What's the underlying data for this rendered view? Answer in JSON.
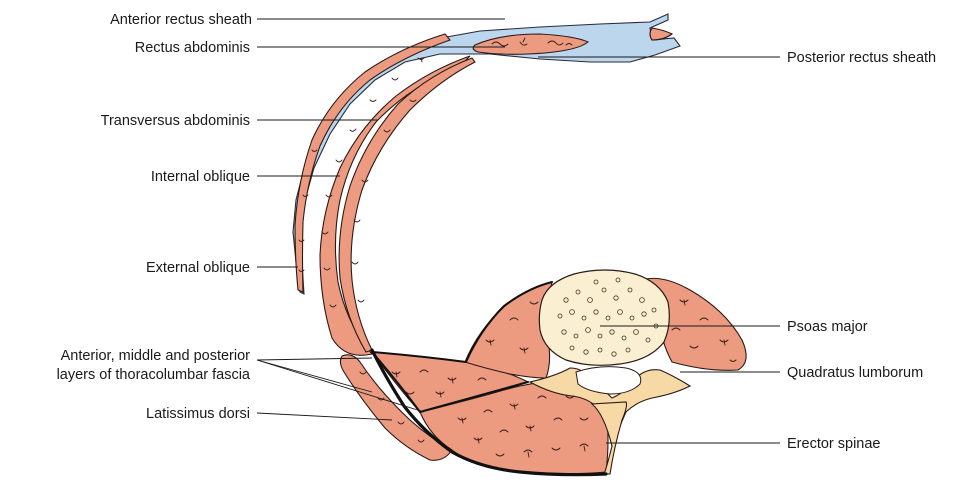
{
  "labels": {
    "anterior_rectus_sheath": "Anterior rectus sheath",
    "rectus_abdominis": "Rectus abdominis",
    "transversus_abdominis": "Transversus abdominis",
    "internal_oblique": "Internal oblique",
    "external_oblique": "External oblique",
    "tlf_line1": "Anterior, middle and posterior",
    "tlf_line2": "layers of thoracolumbar fascia",
    "latissimus_dorsi": "Latissimus dorsi",
    "posterior_rectus_sheath": "Posterior rectus sheath",
    "psoas_major": "Psoas major",
    "quadratus_lumborum": "Quadratus lumborum",
    "erector_spinae": "Erector spinae"
  },
  "colors": {
    "muscle": "#ec9a80",
    "sheath": "#bcd6ee",
    "bone": "#f7d9a6",
    "vertebral_body": "#fbefd2",
    "fascia": "#111111"
  }
}
